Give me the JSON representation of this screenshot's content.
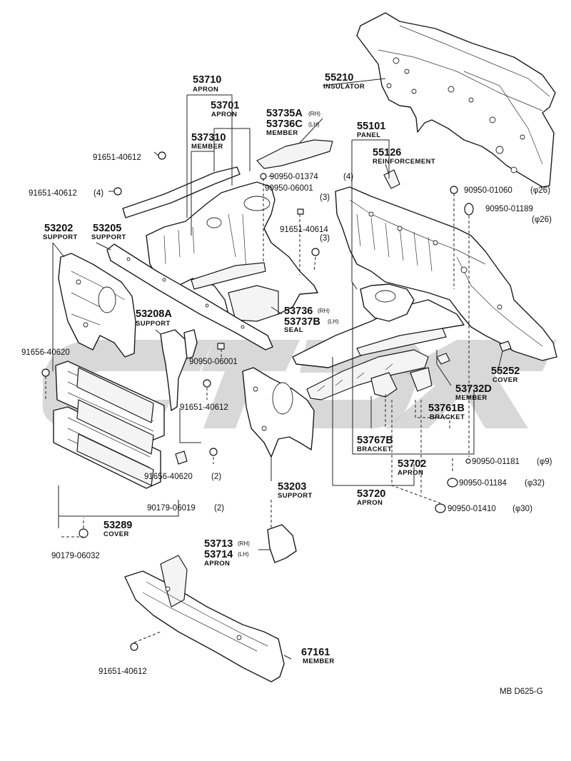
{
  "diagram_code": "MB D625-G",
  "parts": {
    "p55210": {
      "number": "55210",
      "name": "INSULATOR"
    },
    "p53710": {
      "number": "53710",
      "name": "APRON"
    },
    "p53701": {
      "number": "53701",
      "name": "APRON"
    },
    "p53735": {
      "number": "53735A",
      "side": "(RH)"
    },
    "p53736": {
      "number": "53736C",
      "side": "(LH)",
      "name": "MEMBER"
    },
    "p55101": {
      "number": "55101",
      "name": "PANEL"
    },
    "p53731": {
      "number": "537310",
      "name": "MEMBER"
    },
    "p55126": {
      "number": "55126",
      "name": "REINFORCEMENT"
    },
    "p53202": {
      "number": "53202",
      "name": "SUPPORT"
    },
    "p53205": {
      "number": "53205",
      "name": "SUPPORT"
    },
    "p53208": {
      "number": "53208A",
      "name": "SUPPORT"
    },
    "p53736b": {
      "number": "53736",
      "side": "(RH)"
    },
    "p53737": {
      "number": "53737B",
      "side": "(LH)",
      "name": "SEAL"
    },
    "p55252": {
      "number": "55252",
      "name": "COVER"
    },
    "p53732": {
      "number": "53732D",
      "name": "MEMBER"
    },
    "p53761": {
      "number": "53761B",
      "name": "BRACKET"
    },
    "p53767": {
      "number": "53767B",
      "name": "BRACKET"
    },
    "p53702": {
      "number": "53702",
      "name": "APRON"
    },
    "p53720": {
      "number": "53720",
      "name": "APRON"
    },
    "p53203": {
      "number": "53203",
      "name": "SUPPORT"
    },
    "p53289": {
      "number": "53289",
      "name": "COVER"
    },
    "p53713": {
      "number": "53713",
      "side": "(RH)"
    },
    "p53714": {
      "number": "53714",
      "side": "(LH)",
      "name": "APRON"
    },
    "p67161": {
      "number": "67161",
      "name": "MEMBER"
    }
  },
  "fasteners": {
    "f1": "91651-40612",
    "f2": "91651-40612",
    "f2_qty": "(4)",
    "f3": "90950-01374",
    "f3_qty": "(4)",
    "f4": "90950-06001",
    "f4_qty": "(3)",
    "f5": "91651-40614",
    "f5_qty": "(3)",
    "f6": "91656-40620",
    "f7": "90950-06001",
    "f8": "91651-40612",
    "f9": "91656-40620",
    "f9_qty": "(2)",
    "f10": "90179-06019",
    "f10_qty": "(2)",
    "f11": "90179-06032",
    "f12": "91651-40612",
    "f13": "90950-01060",
    "f13_size": "(φ26)",
    "f14": "90950-01189",
    "f14_size": "(φ26)",
    "f15": "90950-01181",
    "f15_size": "(φ9)",
    "f16": "90950-01184",
    "f16_size": "(φ32)",
    "f17": "90950-01410",
    "f17_size": "(φ30)"
  }
}
